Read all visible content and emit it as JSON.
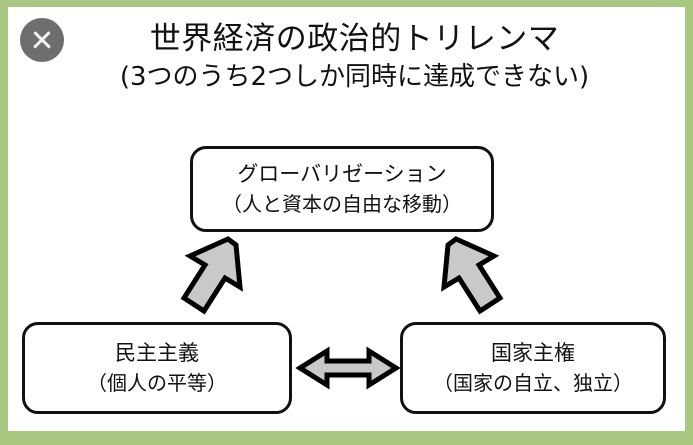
{
  "slide": {
    "frame_color": "#a8c882",
    "canvas_color": "#ffffff",
    "title": "世界経済の政治的トリレンマ",
    "subtitle": "(3つのうち2つしか同時に達成できない)"
  },
  "controls": {
    "close_icon": "close-icon",
    "close_label": "✕",
    "close_color": "#6e6e6e"
  },
  "diagram": {
    "type": "triangle-trilemma",
    "node_border_color": "#111111",
    "arrow_fill": "#c9c9c9",
    "arrow_stroke": "#000000",
    "nodes": [
      {
        "id": "globalization",
        "position": "top",
        "title": "グローバリゼーション",
        "detail": "（人と資本の自由な移動）"
      },
      {
        "id": "democracy",
        "position": "bottom-left",
        "title": "民主主義",
        "detail": "（個人の平等）"
      },
      {
        "id": "sovereignty",
        "position": "bottom-right",
        "title": "国家主権",
        "detail": "（国家の自立、独立）"
      }
    ],
    "connectors": [
      {
        "id": "globalization-democracy",
        "from": "globalization",
        "to": "democracy",
        "style": "double-headed",
        "orientation": "diagonal-down-left"
      },
      {
        "id": "globalization-sovereignty",
        "from": "globalization",
        "to": "sovereignty",
        "style": "double-headed",
        "orientation": "diagonal-down-right"
      },
      {
        "id": "democracy-sovereignty",
        "from": "democracy",
        "to": "sovereignty",
        "style": "double-headed",
        "orientation": "horizontal"
      }
    ]
  }
}
